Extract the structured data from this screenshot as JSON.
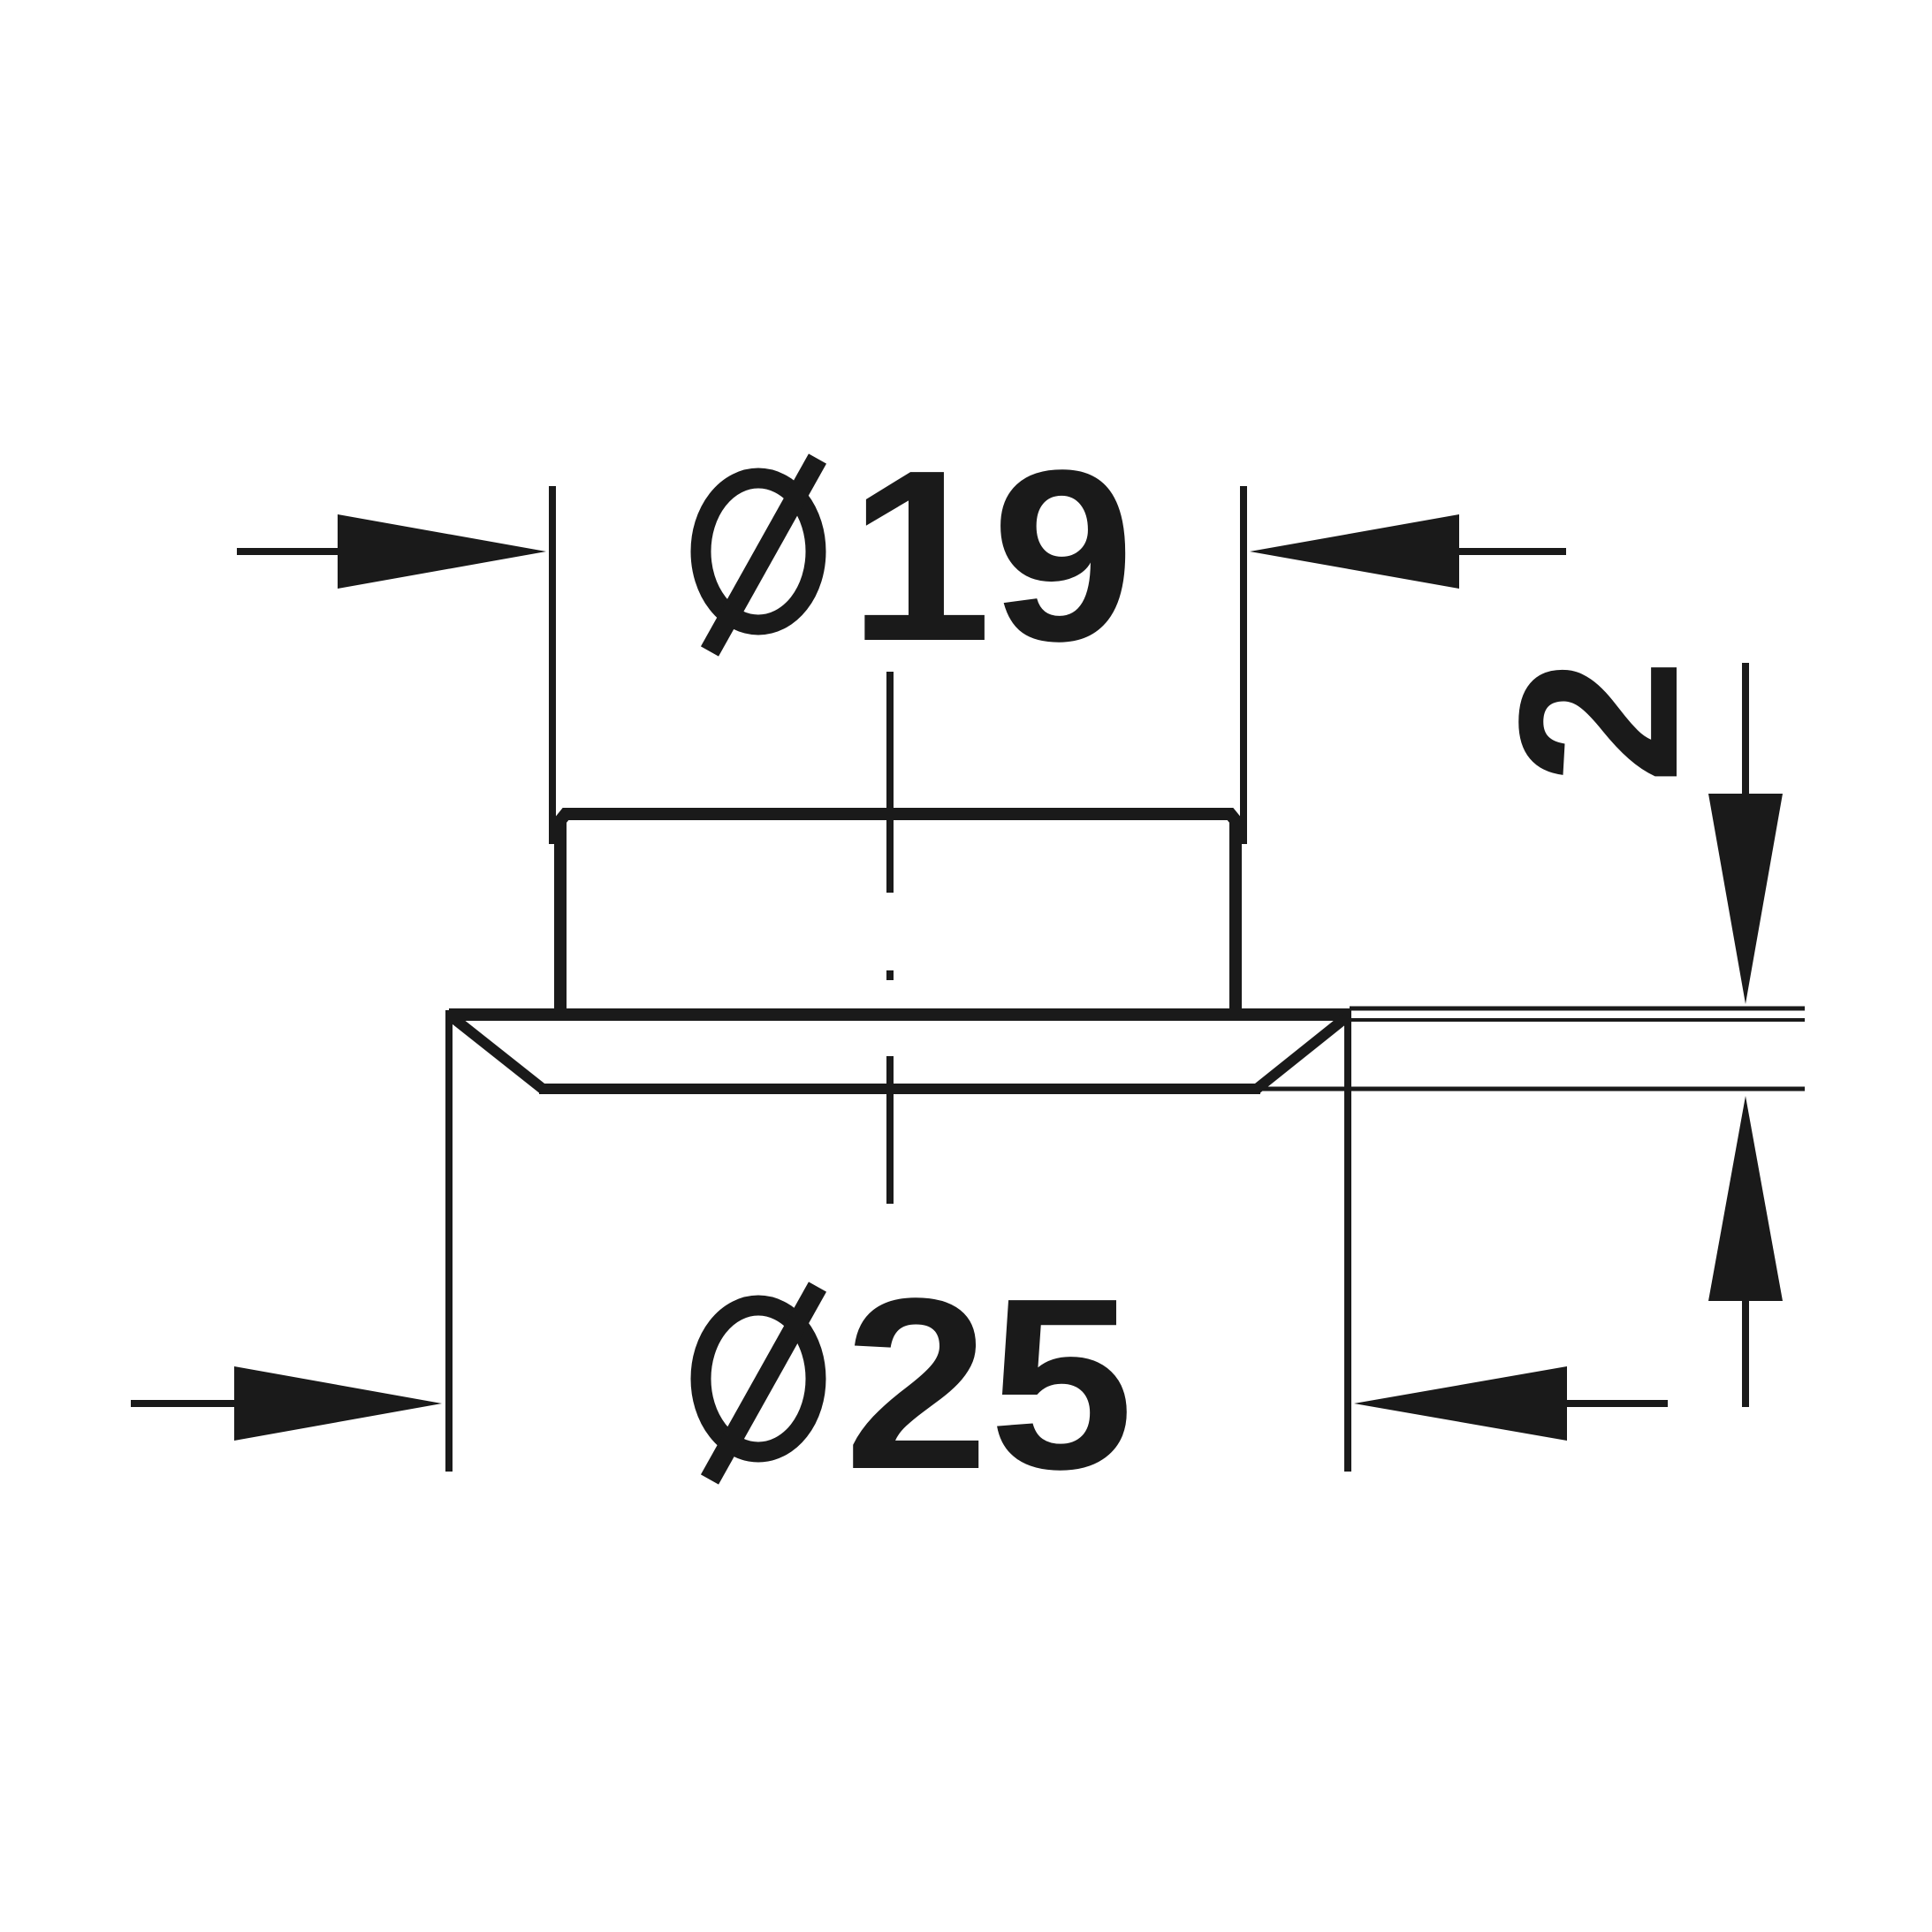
{
  "drawing": {
    "line_color": "#1a1a1a",
    "background": "#ffffff",
    "dimensions": {
      "top_diameter": "19",
      "bottom_diameter": "25",
      "flange_thickness": "2"
    }
  }
}
